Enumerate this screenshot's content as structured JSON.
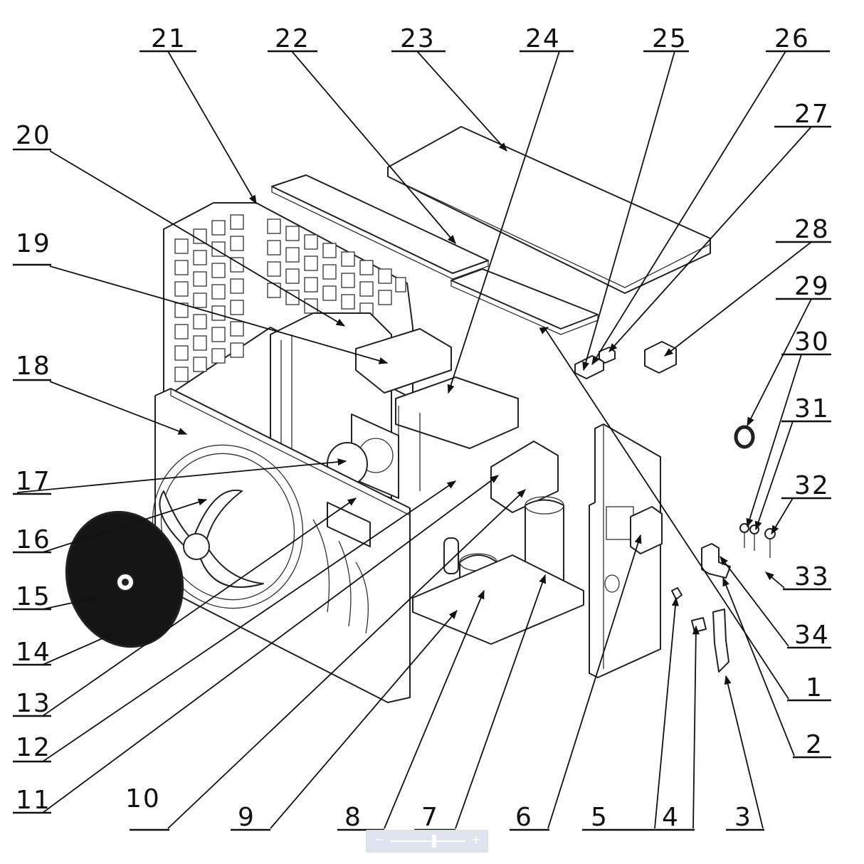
{
  "diagram": {
    "labels": [
      "1",
      "2",
      "3",
      "4",
      "5",
      "6",
      "7",
      "8",
      "9",
      "10",
      "11",
      "12",
      "13",
      "14",
      "15",
      "16",
      "17",
      "18",
      "19",
      "20",
      "21",
      "22",
      "23",
      "24",
      "25",
      "26",
      "27",
      "28",
      "29",
      "30",
      "31",
      "32",
      "33",
      "34"
    ]
  },
  "viewer": {
    "zoom_out_icon": "minus",
    "zoom_in_icon": "plus"
  }
}
